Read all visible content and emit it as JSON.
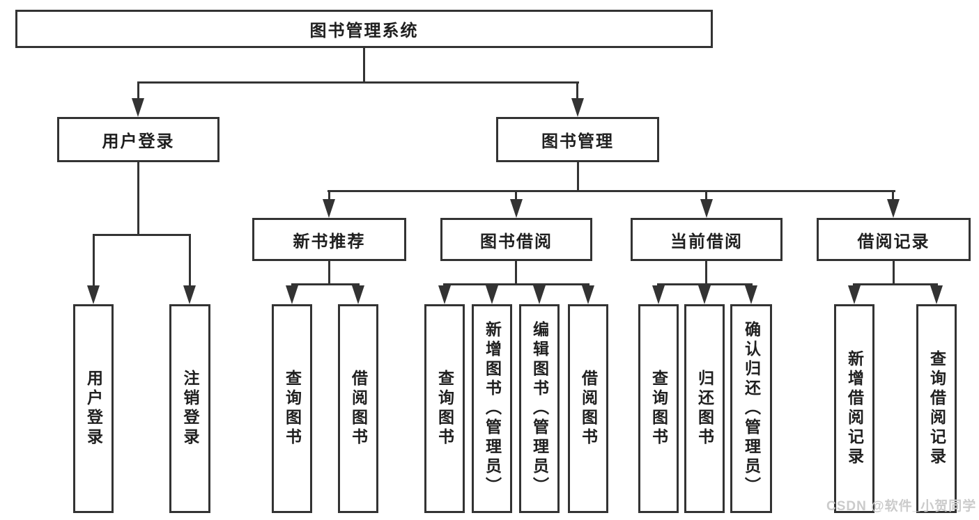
{
  "colors": {
    "line": "#333333",
    "text": "#1f1f1f",
    "background": "#ffffff",
    "watermark": "#cbcbcb"
  },
  "nodes": {
    "root": "图书管理系统",
    "user_login": "用户登录",
    "book_mgmt": "图书管理",
    "new_book_rec": "新书推荐",
    "book_borrow": "图书借阅",
    "current_borrow": "当前借阅",
    "borrow_record": "借阅记录",
    "leaf_user_login": "用户登录",
    "leaf_logout": "注销登录",
    "leaf_nb_query": "查询图书",
    "leaf_nb_borrow": "借阅图书",
    "leaf_bb_query": "查询图书",
    "leaf_bb_add": "新增图书（管理员）",
    "leaf_bb_edit": "编辑图书（管理员）",
    "leaf_bb_borrow": "借阅图书",
    "leaf_cb_query": "查询图书",
    "leaf_cb_return": "归还图书",
    "leaf_cb_confirm": "确认归还（管理员）",
    "leaf_br_add": "新增借阅记录",
    "leaf_br_query": "查询借阅记录"
  },
  "watermark": "CSDN @软件_小贺同学"
}
